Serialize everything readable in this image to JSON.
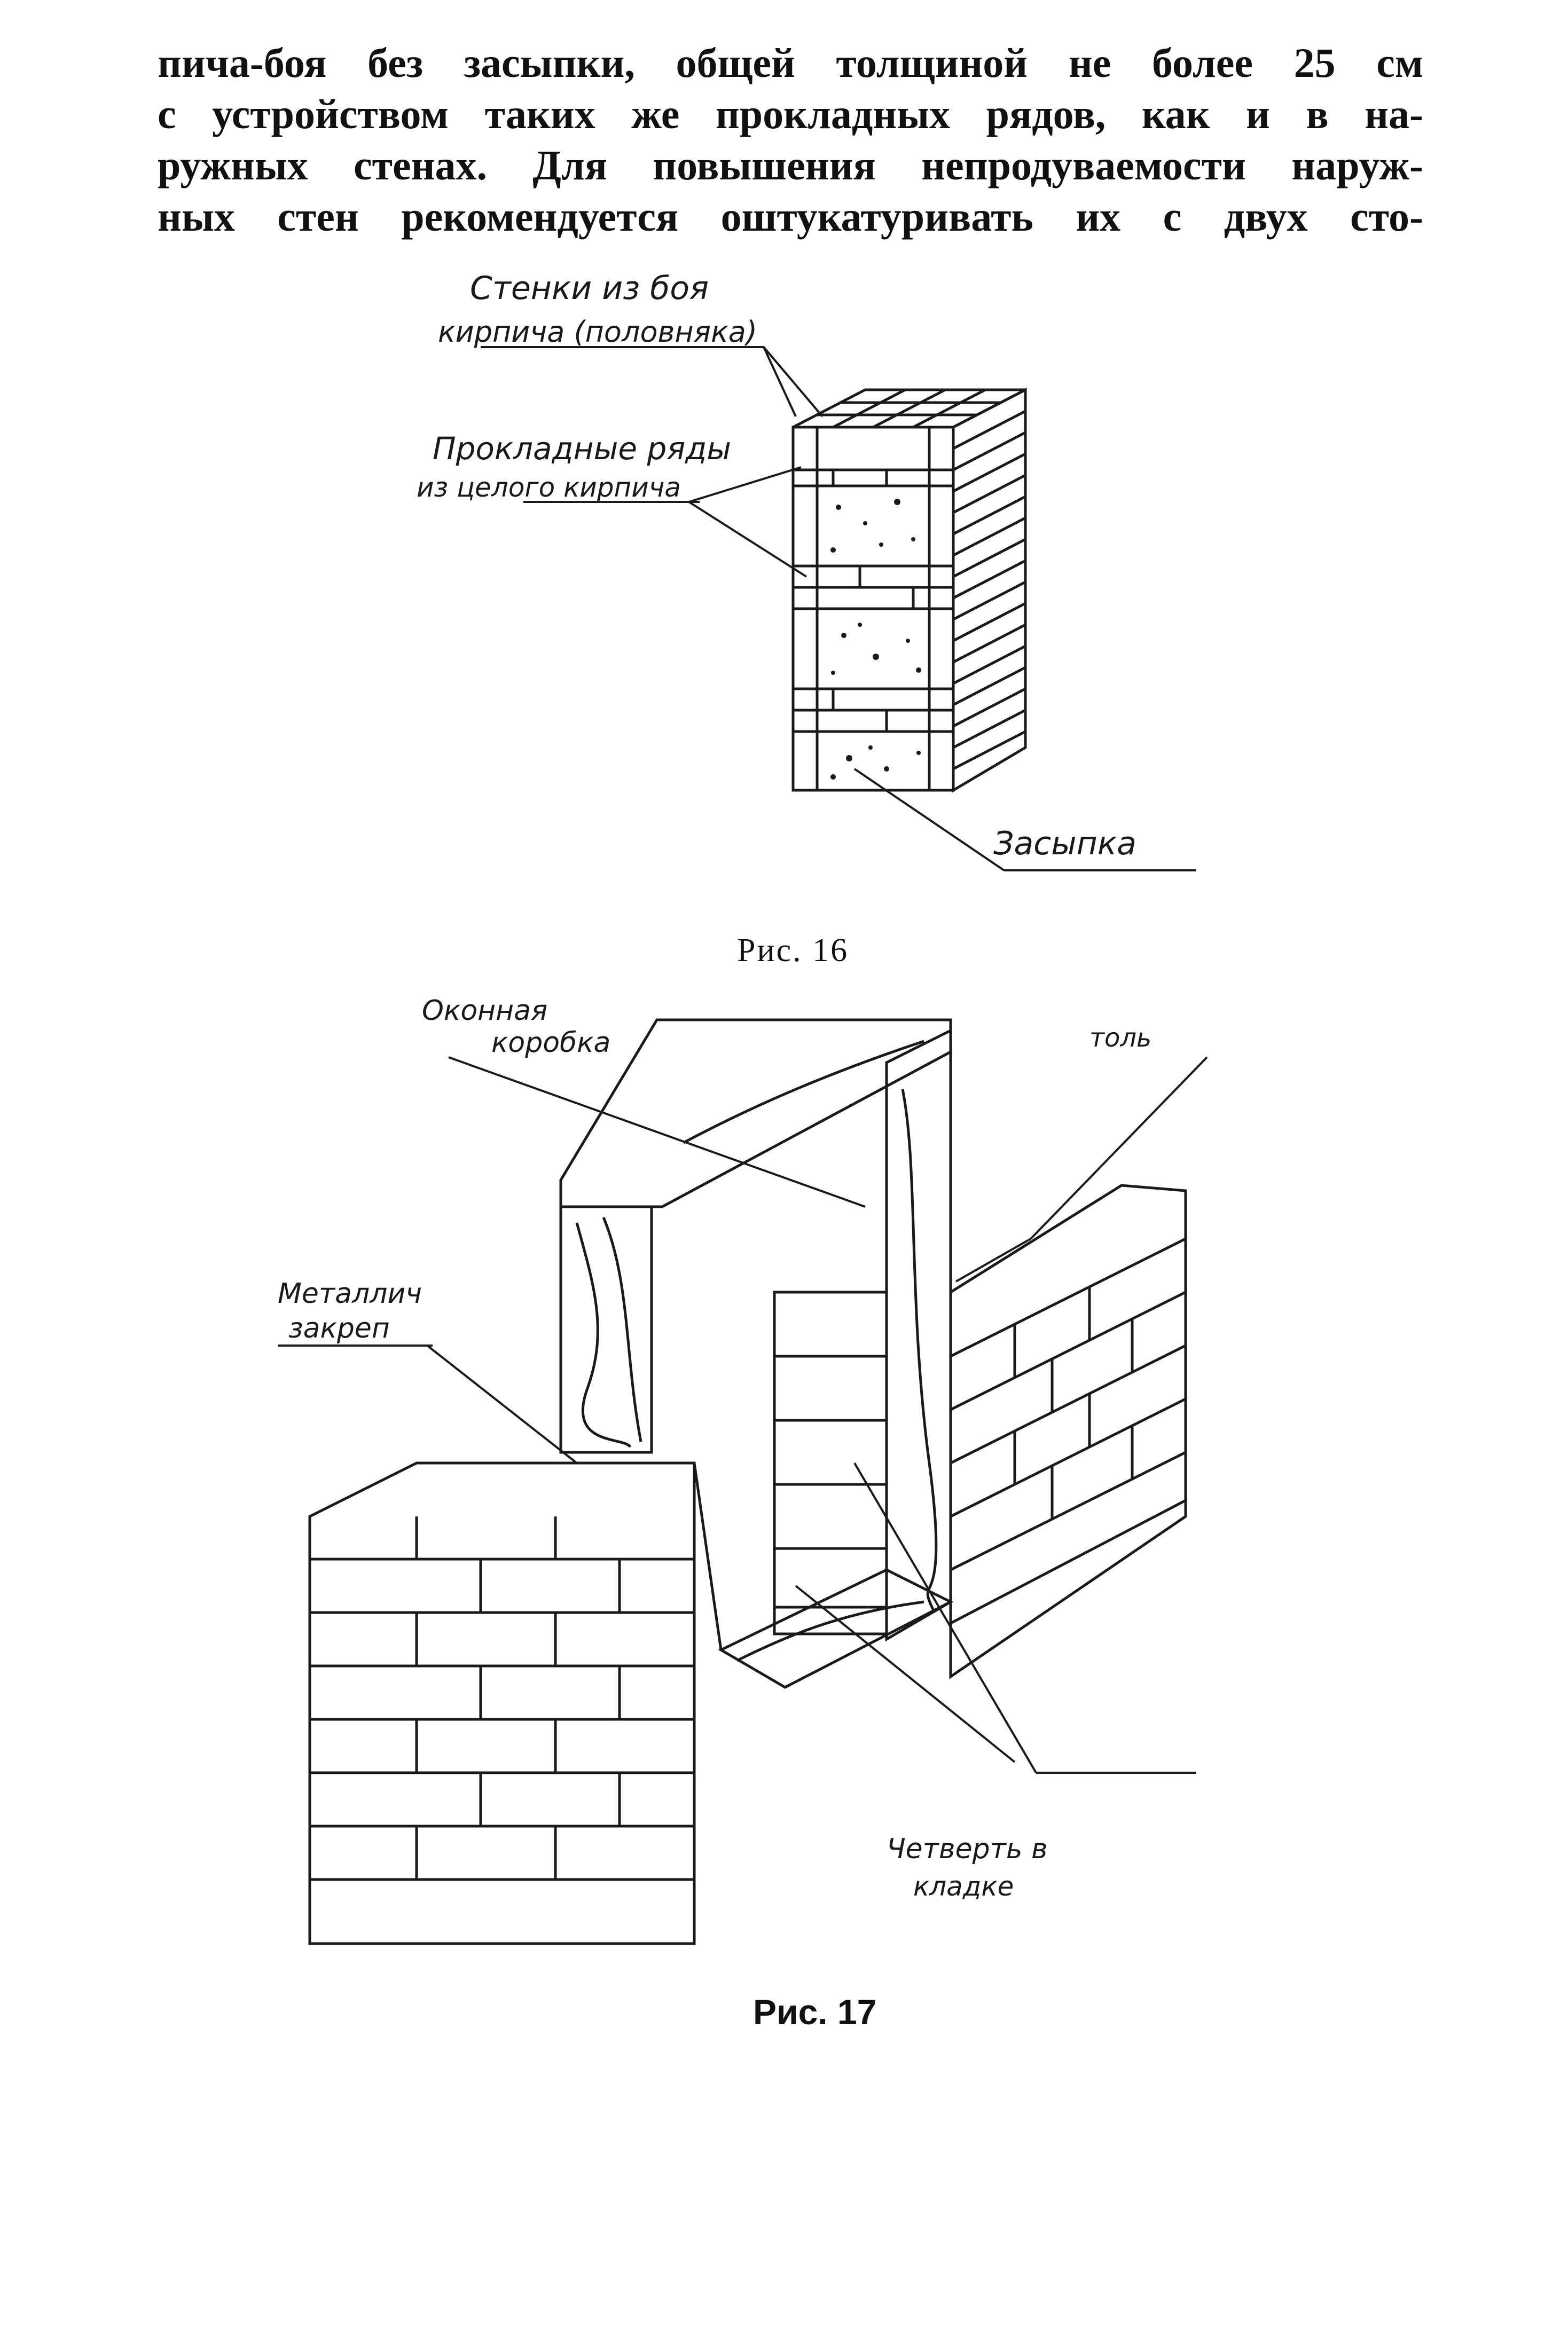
{
  "text": {
    "lines": [
      "пича-боя без засыпки, общей толщиной не более 25 см",
      "с устройством таких же прокладных рядов, как и в на-",
      "ружных стенах. Для повышения непродуваемости наруж-",
      "ных стен рекомендуется оштукатуривать их с двух сто-"
    ]
  },
  "fig16": {
    "caption": "Рис. 16",
    "label_walls_1": "Стенки из боя",
    "label_walls_2": "кирпича (половняка)",
    "label_rows_1": "Прокладные ряды",
    "label_rows_2": "из целого кирпича",
    "label_fill": "Засыпка"
  },
  "fig17": {
    "caption": "Рис. 17",
    "label_frame_1": "Оконная",
    "label_frame_2": "коробка",
    "label_tol": "толь",
    "label_anchor_1": "Металлич",
    "label_anchor_2": "закреп",
    "label_quarter_1": "Четверть в",
    "label_quarter_2": "кладке"
  }
}
